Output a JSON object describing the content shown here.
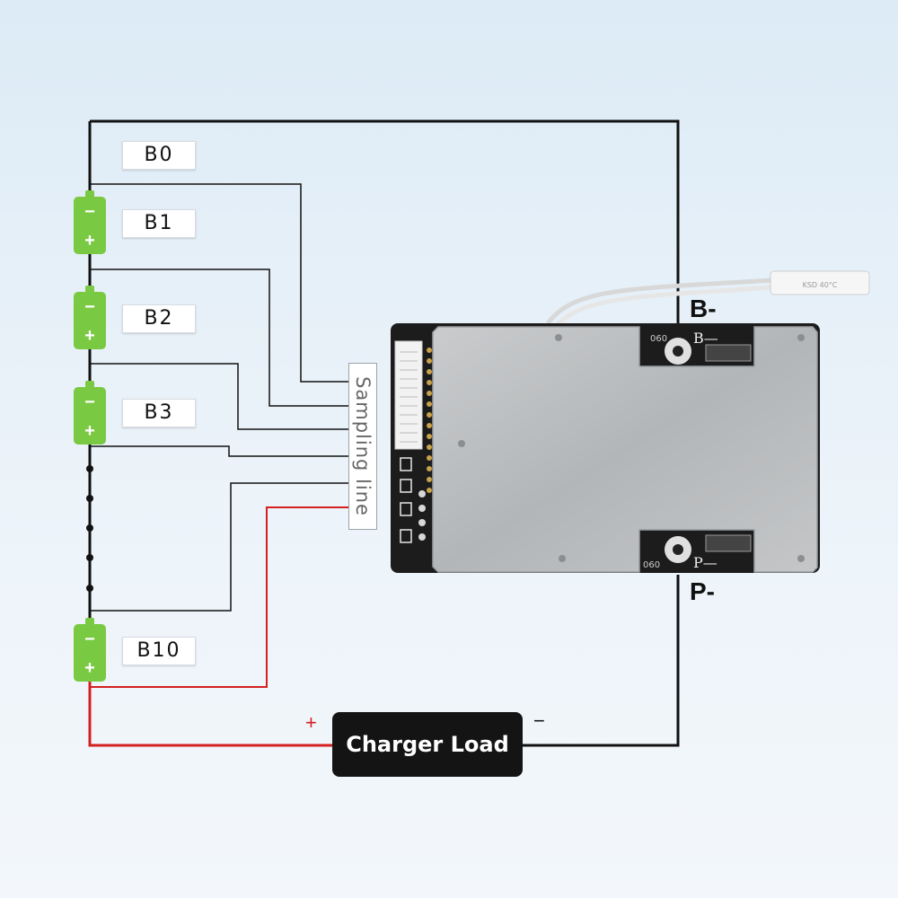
{
  "cells": [
    {
      "label": "B0"
    },
    {
      "label": "B1"
    },
    {
      "label": "B2"
    },
    {
      "label": "B3"
    },
    {
      "label": "B10"
    }
  ],
  "sampling_label": "Sampling line",
  "terminals": {
    "b_minus": "B-",
    "p_minus": "P-"
  },
  "charger": {
    "label": "Charger Load",
    "plus": "+",
    "minus": "−"
  },
  "battery_symbols": {
    "minus": "−",
    "plus": "+"
  },
  "board": {
    "b_print": "B—",
    "p_print": "P—",
    "code": "060"
  },
  "colors": {
    "battery": "#7ac943",
    "wire": "#111111",
    "red_wire": "#d42020",
    "load_box": "#141414"
  }
}
